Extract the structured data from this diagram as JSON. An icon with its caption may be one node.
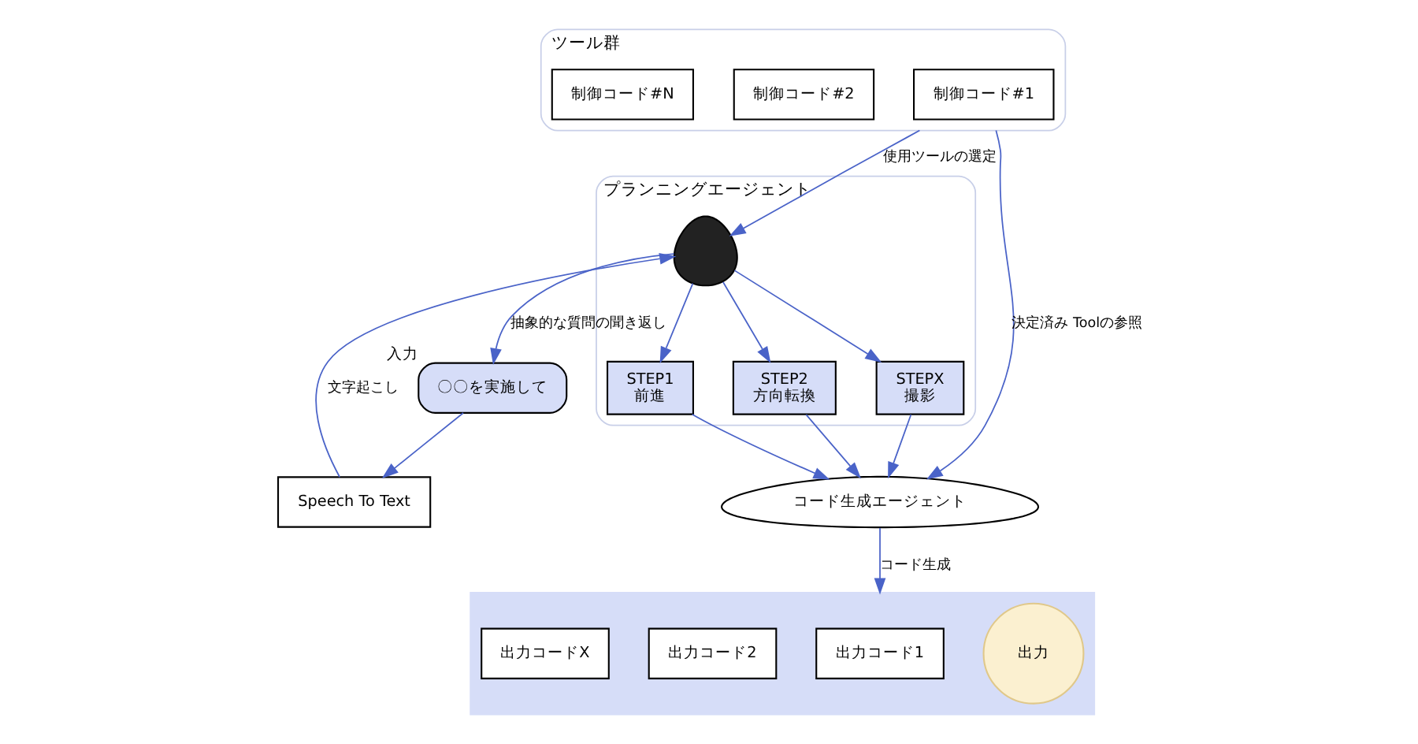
{
  "diagram": {
    "nodes": [
      {
        "text": [
          "〇〇を実施して"
        ],
        "beside": [
          "入力"
        ]
      },
      {
        "text": [
          "Speech To Text"
        ]
      },
      {
        "text": [
          "プランニングエージェント"
        ]
      },
      {
        "text": [],
        "shape": "person",
        "in": 2
      },
      {
        "text": [
          "STEP1",
          "前進"
        ],
        "in": 2
      },
      {
        "text": [
          "STEP2",
          "方向転換"
        ],
        "in": 2
      },
      {
        "text": [
          "STEPX",
          "撮影"
        ],
        "in": 2
      },
      {
        "text": [
          "ツール群"
        ]
      },
      {
        "text": [
          "制御コード#1"
        ],
        "in": 7
      },
      {
        "text": [
          "制御コード#2"
        ],
        "in": 7
      },
      {
        "text": [
          "制御コード#N"
        ],
        "in": 7
      },
      {
        "text": [
          "コード生成エージェント"
        ]
      },
      {
        "text": [],
        "shape": "box",
        "beside": [
          "出力"
        ]
      },
      {
        "text": [
          "出力コード1"
        ],
        "in": 12
      },
      {
        "text": [
          "出力コード2"
        ],
        "in": 12
      },
      {
        "text": [
          "出力コードX"
        ],
        "in": 12
      }
    ],
    "edges": [
      {
        "from": 3,
        "to": 0,
        "arrow": "to",
        "label": "抽象的な質問の聞き返し"
      },
      {
        "from": 0,
        "to": 1,
        "arrow": "to"
      },
      {
        "from": 1,
        "to": 3,
        "arrow": "to",
        "label": "文字起こし"
      },
      {
        "from": 7,
        "to": 3,
        "arrow": "to",
        "label": "使用ツールの選定"
      },
      {
        "from": 3,
        "to": 4,
        "arrow": "to"
      },
      {
        "from": 3,
        "to": 5,
        "arrow": "to"
      },
      {
        "from": 3,
        "to": 6,
        "arrow": "to"
      },
      {
        "from": 4,
        "to": 11,
        "arrow": "to"
      },
      {
        "from": 5,
        "to": 11,
        "arrow": "to"
      },
      {
        "from": 6,
        "to": 11,
        "arrow": "to"
      },
      {
        "from": 11,
        "to": 12,
        "arrow": "to",
        "label": "コード生成"
      },
      {
        "from": 7,
        "to": 11,
        "arrow": "to",
        "label": "決定済み Toolの参照"
      }
    ]
  }
}
